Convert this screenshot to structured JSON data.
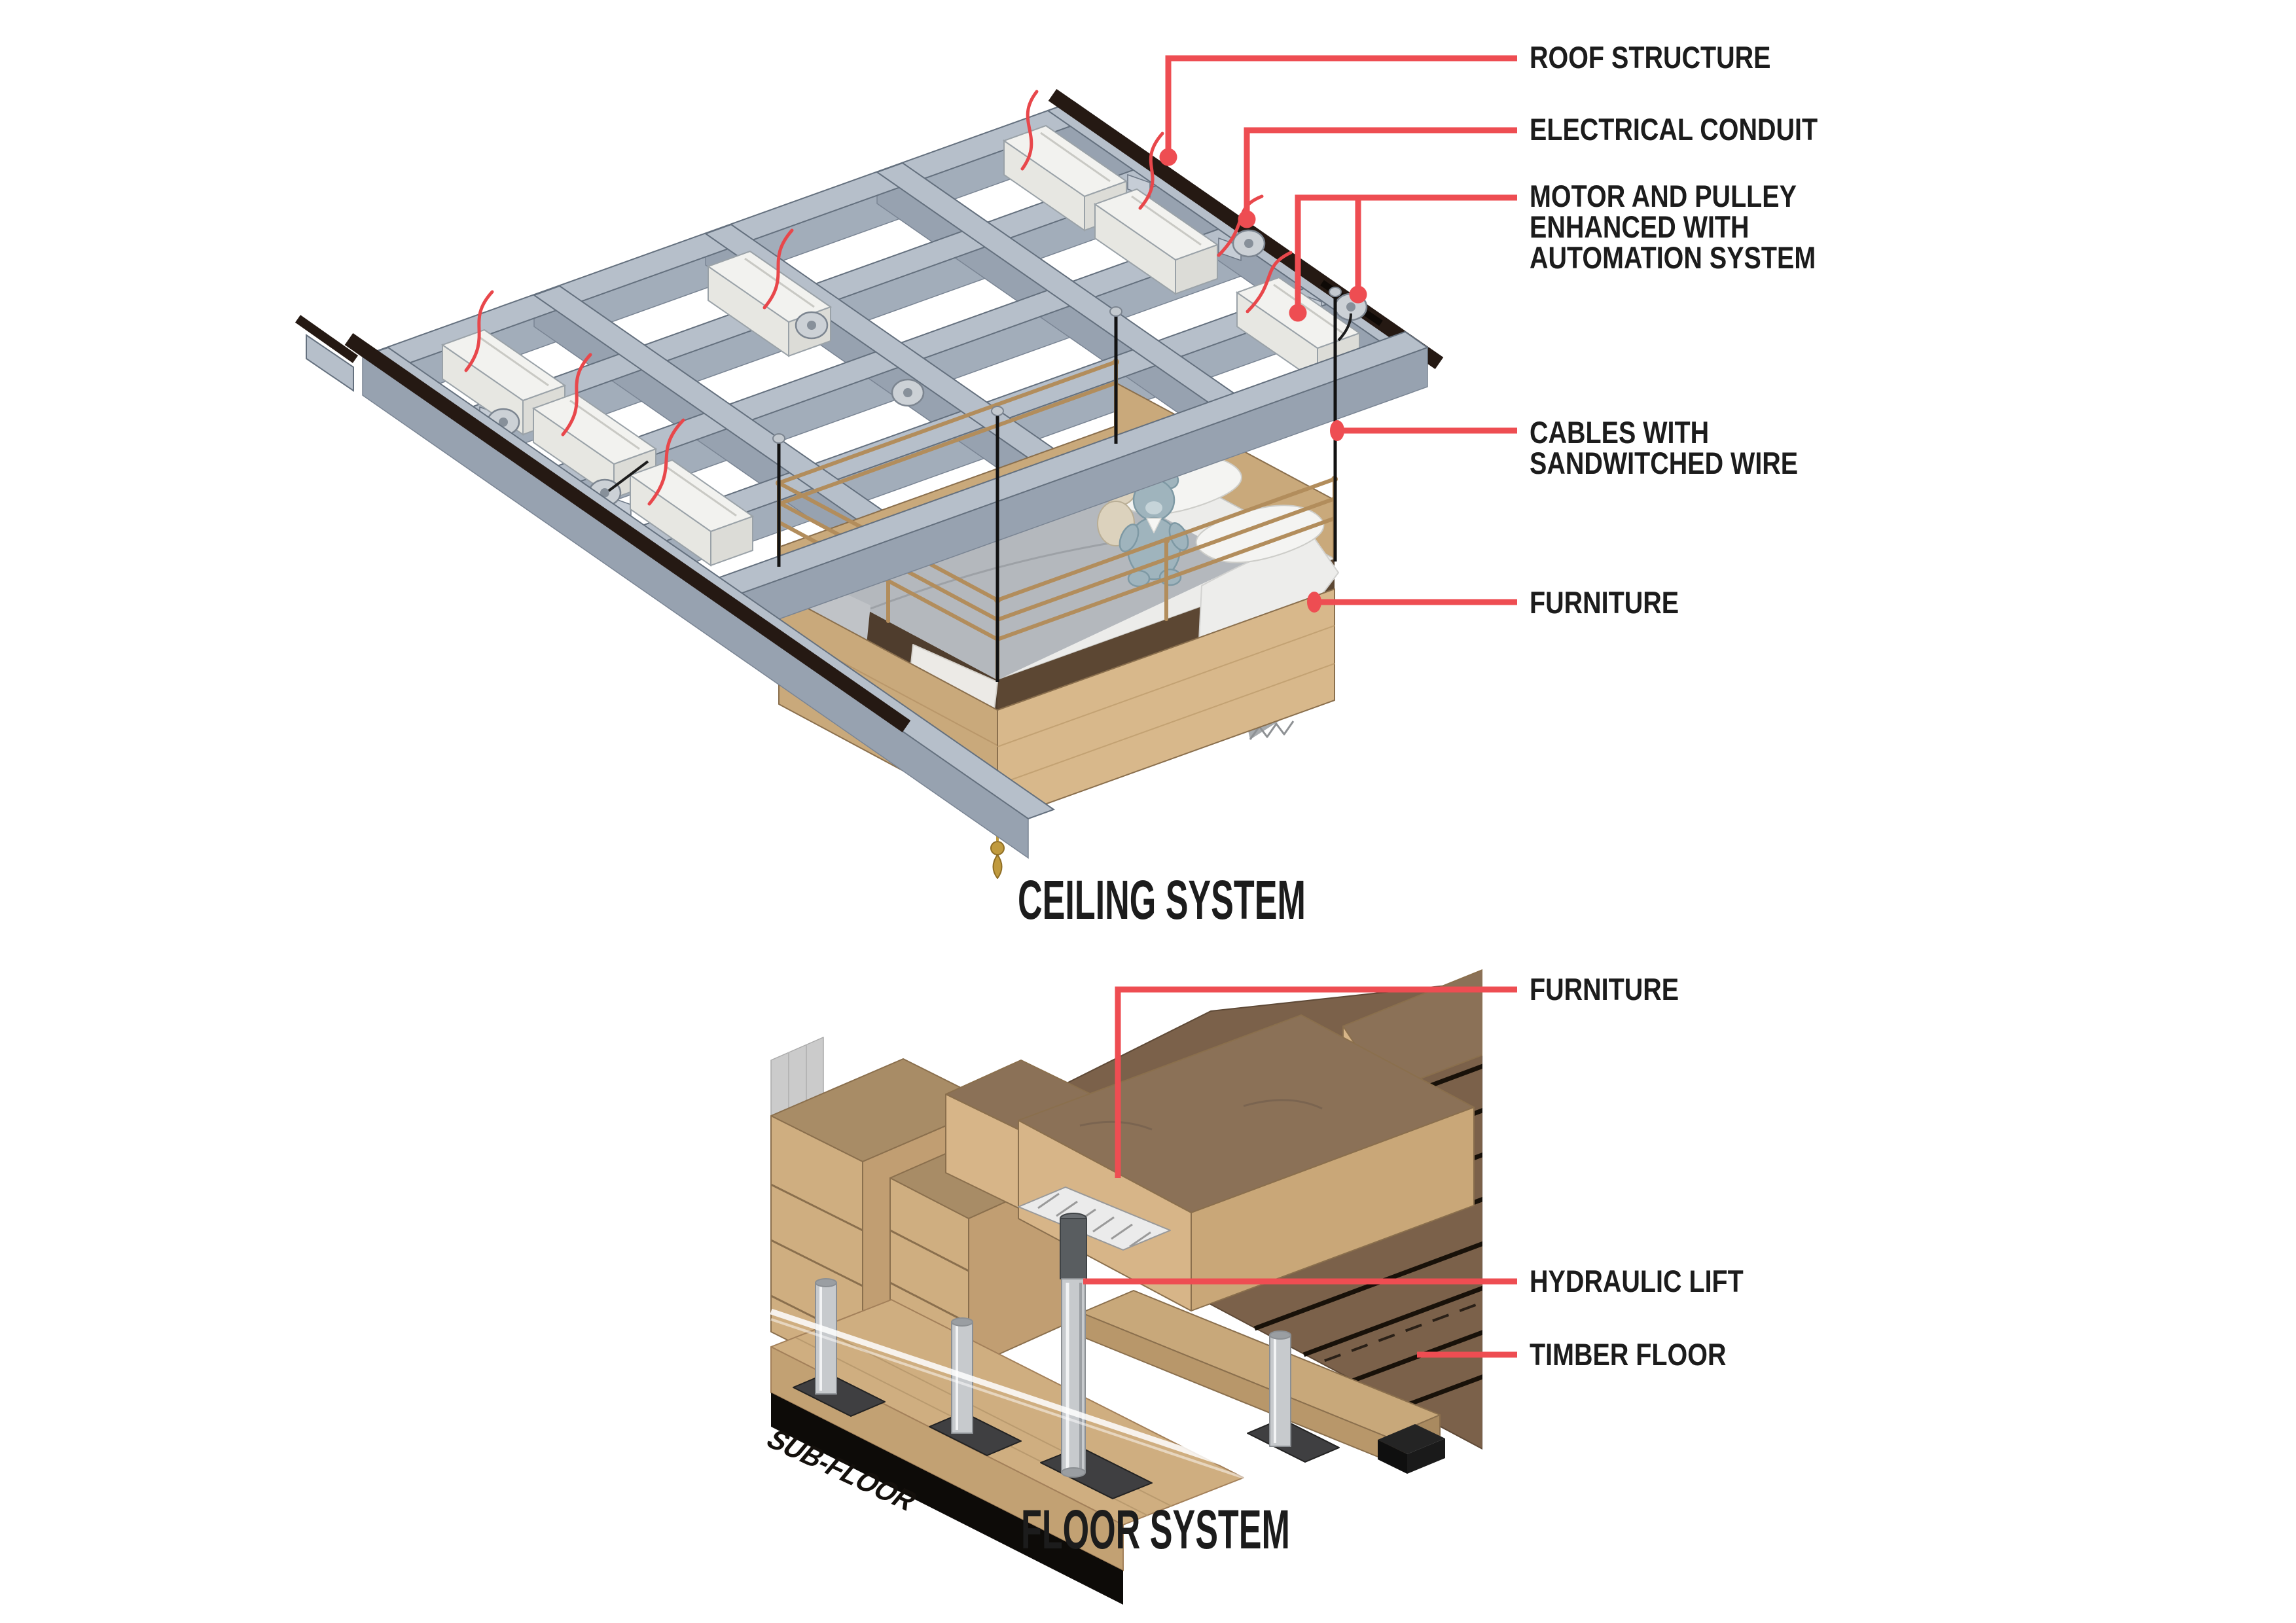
{
  "colors": {
    "accent": "#ee4d52",
    "ink": "#1c1c1c",
    "steel": "#b6bfca",
    "steel-side": "#97a2b0",
    "steel-edge": "#64707e",
    "rail": "#251913",
    "motor": "#f2f2ef",
    "wire": "#e8474b",
    "cable": "#121212",
    "wood": "#cfae80",
    "wood-side": "#c19e72",
    "wood-dark": "#8b7157",
    "plank": "#7b614a",
    "plank-gap": "#181109",
    "bed-frame": "#c9a97b",
    "bed-band": "#4f3d2d",
    "mattress": "#ececea",
    "duvet": "#b4b8bd",
    "pillow": "#f4f4f2",
    "rail-wood": "#b28d5c",
    "bear-blue": "#9fb4bd",
    "bear-cream": "#dcd2bd",
    "silver": "#c7cacd",
    "silver-dark": "#63676b",
    "gold": "#c09a3e"
  },
  "ceiling": {
    "title": "CEILING SYSTEM",
    "labels": {
      "roof_structure": {
        "line1": "ROOF STRUCTURE"
      },
      "electrical_conduit": {
        "line1": "ELECTRICAL CONDUIT"
      },
      "motor_pulley": {
        "line1": "MOTOR AND PULLEY",
        "line2": "ENHANCED WITH",
        "line3": "AUTOMATION SYSTEM"
      },
      "cables": {
        "line1": "CABLES WITH",
        "line2": "SANDWITCHED WIRE"
      },
      "furniture": {
        "line1": "FURNITURE"
      }
    }
  },
  "floor": {
    "title": "FLOOR SYSTEM",
    "labels": {
      "furniture": {
        "line1": "FURNITURE"
      },
      "hydraulic_lift": {
        "line1": "HYDRAULIC LIFT"
      },
      "timber_floor": {
        "line1": "TIMBER FLOOR"
      },
      "sub_floor": {
        "line1": "SUB-FLOOR"
      }
    }
  }
}
